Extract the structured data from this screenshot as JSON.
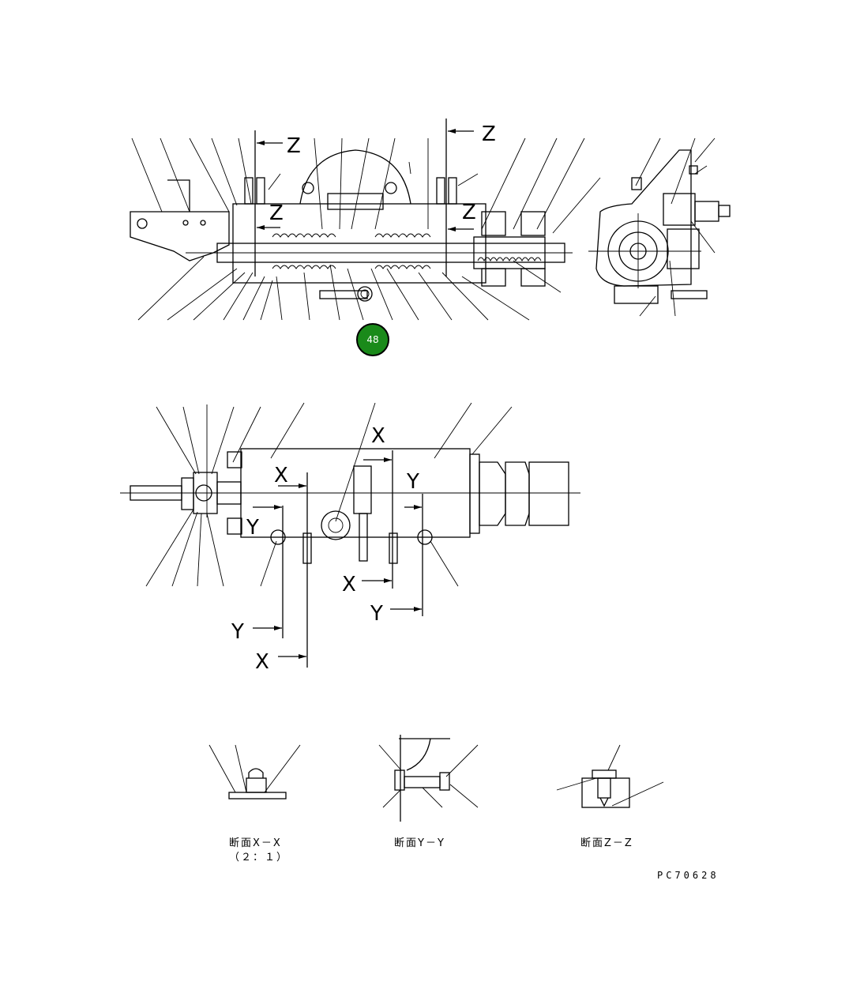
{
  "diagram": {
    "section_labels": {
      "z": "Z",
      "x": "X",
      "y": "Y"
    },
    "callout_badge": {
      "number": "48",
      "color": "#1a8a1a"
    },
    "captions": {
      "section_xx": "断面X－X",
      "section_xx_scale": "（２：１）",
      "section_yy": "断面Y－Y",
      "section_zz": "断面Z－Z"
    },
    "drawing_code": "PC70628"
  }
}
